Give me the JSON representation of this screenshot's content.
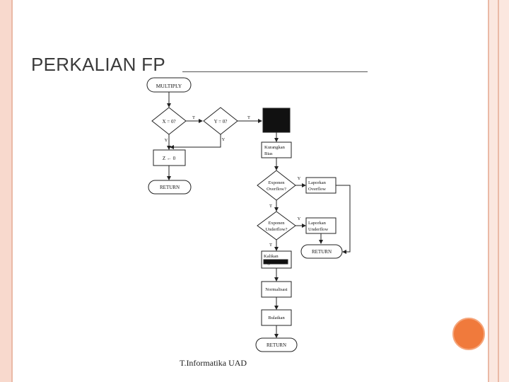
{
  "slide": {
    "title": "PERKALIAN FP",
    "footer": "T.Informatika UAD"
  },
  "flowchart": {
    "start": "MULTIPLY",
    "cond_x": "X = 0?",
    "cond_y": "Y = 0?",
    "z_assign": "Z ← 0",
    "return_left": "RETURN",
    "yes": "Y",
    "no": "T",
    "add_exp_label": "",
    "subtract_bias_1": "Kurangkan",
    "subtract_bias_2": "Bias",
    "exp_overflow_1": "Exponen",
    "exp_overflow_2": "Overflow?",
    "report_overflow_1": "Laporkan",
    "report_overflow_2": "Overflow",
    "exp_underflow_1": "Exponen",
    "exp_underflow_2": "Underflow?",
    "report_underflow_1": "Laporkan",
    "report_underflow_2": "Underflow",
    "return_right": "RETURN",
    "multiply_sig_1": "Kalikan",
    "multiply_sig_2": "Significand",
    "normalize": "Normalisasi",
    "round": "Bulatkan",
    "return_bottom": "RETURN"
  },
  "colors": {
    "frame": "#f8d9cd",
    "frame_line": "#eab9a6",
    "accent_dot": "#f07a3c",
    "title_text": "#3b3b3b"
  }
}
